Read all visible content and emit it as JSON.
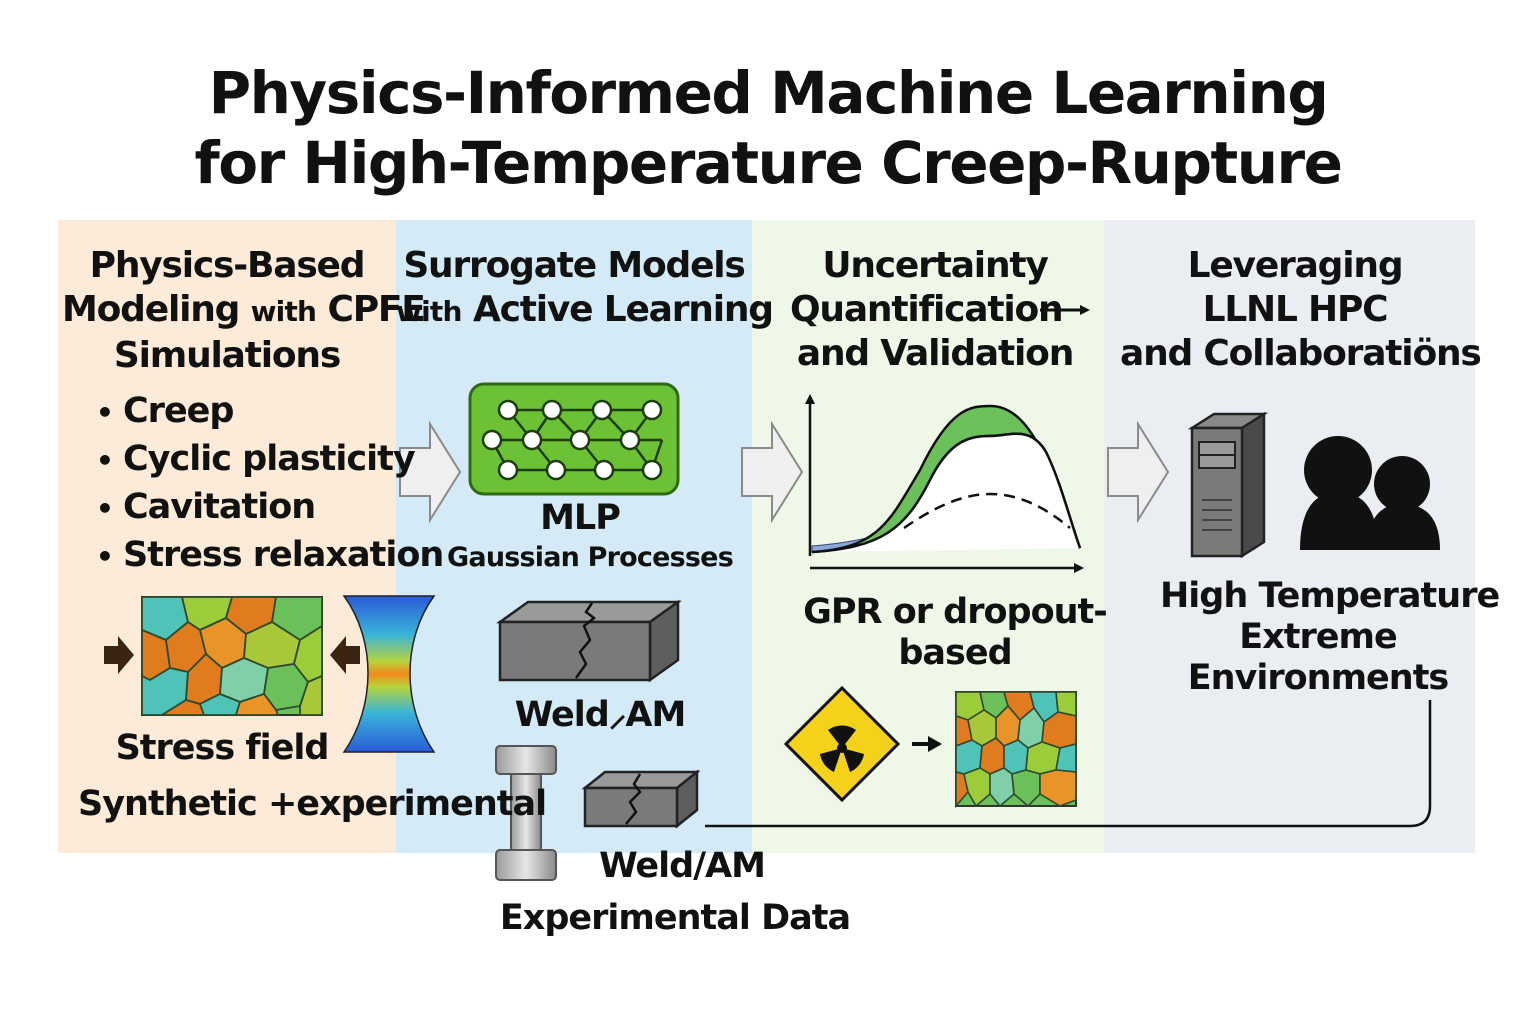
{
  "title": {
    "line1": "Physics-Informed Machine Learning",
    "line2": "for High-Temperature Creep-Rupture"
  },
  "panel1": {
    "heading_line1": "Physics-Based",
    "heading_line2_a": "Modeling",
    "heading_line2_b": "with",
    "heading_line2_c": "CPFE",
    "heading_line3": "Simulations",
    "bullets": [
      "Creep",
      "Cyclic plasticity",
      "Cavitation",
      "Stress relaxation"
    ],
    "stress_label": "Stress field",
    "synthetic_label": "Synthetic +experimental"
  },
  "panel2": {
    "heading_line1": "Surrogate Models",
    "heading_line2_a": "with",
    "heading_line2_b": "Active Learning",
    "mlp_label": "MLP",
    "gp_label": "Gaussian Processes",
    "weld_label": "Weld⸝AM",
    "weld_label2": "Weld/AM",
    "exp_label": "Experimental Data"
  },
  "panel3": {
    "heading_line1": "Uncertainty",
    "heading_line2": "Quantification",
    "heading_line3": "and Validation",
    "gpr_line1": "GPR or dropout-",
    "gpr_line2": "based"
  },
  "panel4": {
    "heading_line1": "Leveraging",
    "heading_line2": "LLNL HPC",
    "heading_line3": "and Collaboratiöns",
    "env_line1": "High Temperature",
    "env_line2": "Extreme",
    "env_line3": "Environments"
  },
  "icons": {
    "flow_arrow": "flow-arrow-icon",
    "neural_net": "neural-network-icon",
    "radiation": "radiation-warning-icon",
    "server": "server-icon",
    "people": "people-icon",
    "specimen": "tensile-specimen-icon"
  },
  "colors": {
    "panel1_bg": "#fcebd8",
    "panel2_bg": "#d4eaf6",
    "panel3_bg": "#eff8e8",
    "panel4_bg": "#eaeef3",
    "nn_green": "#6cc234",
    "band_green": "#6cc05a",
    "hazard_yellow": "#f4d21c"
  }
}
